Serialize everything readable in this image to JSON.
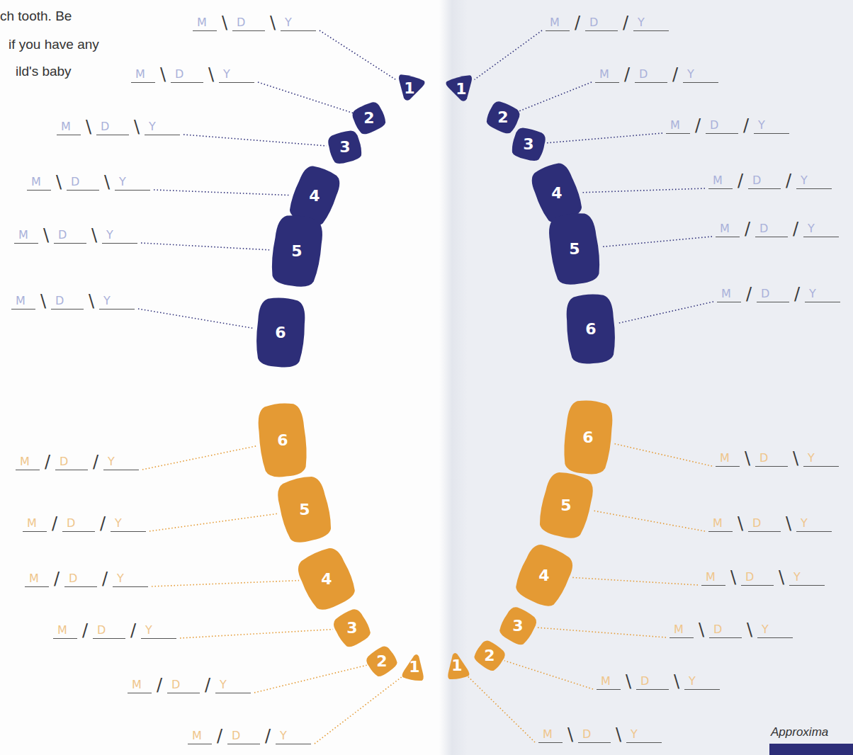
{
  "diagram": {
    "nodes": [
      {
        "text": [
          "1"
        ]
      },
      {
        "text": [
          "2"
        ]
      },
      {
        "text": [
          "3"
        ]
      },
      {
        "text": [
          "4"
        ]
      },
      {
        "text": [
          "5"
        ]
      },
      {
        "text": [
          "6"
        ]
      },
      {
        "text": [
          "1"
        ]
      },
      {
        "text": [
          "2"
        ]
      },
      {
        "text": [
          "3"
        ]
      },
      {
        "text": [
          "4"
        ]
      },
      {
        "text": [
          "5"
        ]
      },
      {
        "text": [
          "6"
        ]
      },
      {
        "text": [
          "6"
        ]
      },
      {
        "text": [
          "5"
        ]
      },
      {
        "text": [
          "4"
        ]
      },
      {
        "text": [
          "3"
        ]
      },
      {
        "text": [
          "2"
        ]
      },
      {
        "text": [
          "1"
        ]
      },
      {
        "text": [
          "6"
        ]
      },
      {
        "text": [
          "5"
        ]
      },
      {
        "text": [
          "4"
        ]
      },
      {
        "text": [
          "3"
        ]
      },
      {
        "text": [
          "2"
        ]
      },
      {
        "text": [
          "1"
        ]
      }
    ],
    "labels": [
      "ch tooth. Be",
      "if you have any",
      "ild's baby",
      "M",
      "\\",
      "D",
      "\\",
      "Y",
      "M",
      "\\",
      "D",
      "\\",
      "Y",
      "M",
      "\\",
      "D",
      "\\",
      "Y",
      "M",
      "\\",
      "D",
      "\\",
      "Y",
      "M",
      "\\",
      "D",
      "\\",
      "Y",
      "M",
      "\\",
      "D",
      "\\",
      "Y",
      "M",
      "/",
      "D",
      "/",
      "Y",
      "M",
      "/",
      "D",
      "/",
      "Y",
      "M",
      "/",
      "D",
      "/",
      "Y",
      "M",
      "/",
      "D",
      "/",
      "Y",
      "M",
      "/",
      "D",
      "/",
      "Y",
      "M",
      "/",
      "D",
      "/",
      "Y",
      "M",
      "/",
      "D",
      "/",
      "Y",
      "M",
      "/",
      "D",
      "/",
      "Y",
      "M",
      "/",
      "D",
      "/",
      "Y",
      "M",
      "/",
      "D",
      "/",
      "Y",
      "M",
      "/",
      "D",
      "/",
      "Y",
      "M",
      "/",
      "D",
      "/",
      "Y",
      "M",
      "\\",
      "D",
      "\\",
      "Y",
      "M",
      "\\",
      "D",
      "\\",
      "Y",
      "M",
      "\\",
      "D",
      "\\",
      "Y",
      "M",
      "\\",
      "D",
      "\\",
      "Y",
      "M",
      "\\",
      "D",
      "\\",
      "Y",
      "M",
      "\\",
      "D",
      "\\",
      "Y",
      "Approxima"
    ]
  }
}
